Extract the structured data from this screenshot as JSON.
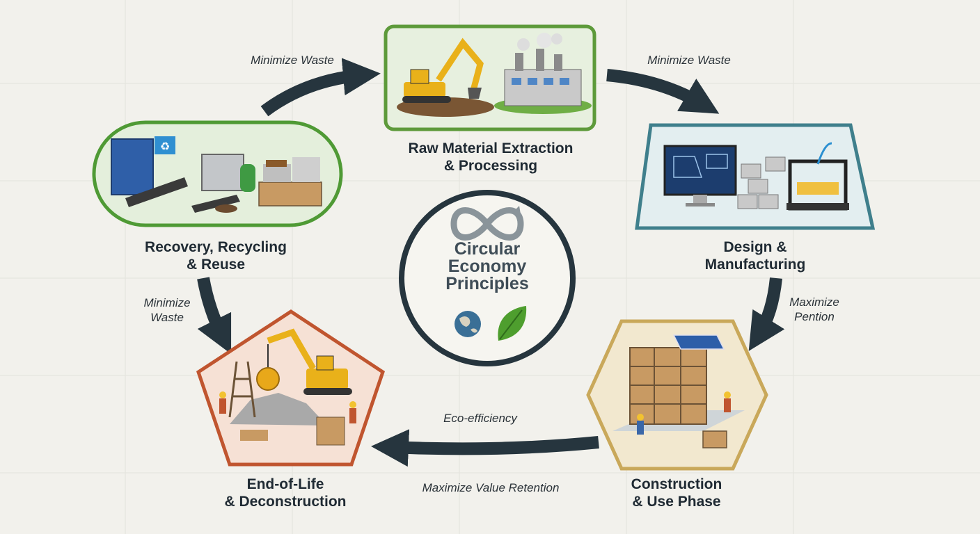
{
  "center": {
    "title_lines": [
      "Circular",
      "Economy",
      "Principles"
    ],
    "icons": [
      "infinity-icon",
      "globe-icon",
      "leaf-icon"
    ]
  },
  "stages": [
    {
      "id": "raw-material",
      "lines": [
        "Raw Material Extraction",
        "& Processing"
      ],
      "shape": "rounded-rectangle",
      "color": "#5d9a3a",
      "icons": [
        "excavator-icon",
        "factory-icon"
      ]
    },
    {
      "id": "design",
      "lines": [
        "Design &",
        "Manufacturing"
      ],
      "shape": "trapezoid",
      "color": "#3f7f8c",
      "icons": [
        "computer-blueprint-icon",
        "building-blocks-icon",
        "3d-printer-icon"
      ]
    },
    {
      "id": "construction",
      "lines": [
        "Construction",
        "& Use Phase"
      ],
      "shape": "hexagon",
      "color": "#c9a85a",
      "icons": [
        "building-under-construction-icon",
        "solar-panel-icon",
        "worker-icon"
      ]
    },
    {
      "id": "end-of-life",
      "lines": [
        "End-of-Life",
        "& Deconstruction"
      ],
      "shape": "pentagon",
      "color": "#c0552f",
      "icons": [
        "demolition-excavator-icon",
        "wrecking-ball-icon",
        "worker-icon"
      ]
    },
    {
      "id": "recovery",
      "lines": [
        "Recovery, Recycling",
        "& Reuse"
      ],
      "shape": "pill",
      "color": "#4f9a35",
      "icons": [
        "recycling-machine-icon",
        "crusher-icon",
        "material-pallets-icon"
      ]
    }
  ],
  "arrows": [
    {
      "id": "recovery-to-raw",
      "label_lines": [
        "Minimize Waste"
      ]
    },
    {
      "id": "raw-to-design",
      "label_lines": [
        "Minimize Waste"
      ]
    },
    {
      "id": "design-to-construction",
      "label_lines": [
        "Maximize",
        "Pention"
      ]
    },
    {
      "id": "construction-to-eol",
      "label_lines": [
        "Eco-efficiency"
      ],
      "label_lines_below": [
        "Maximize Value Retention"
      ]
    },
    {
      "id": "eol-from-recovery",
      "label_lines": [
        "Minimize",
        "Waste"
      ]
    }
  ],
  "colors": {
    "arrow": "#26353e",
    "background": "#f2f1ec",
    "text": "#1f2a33"
  }
}
